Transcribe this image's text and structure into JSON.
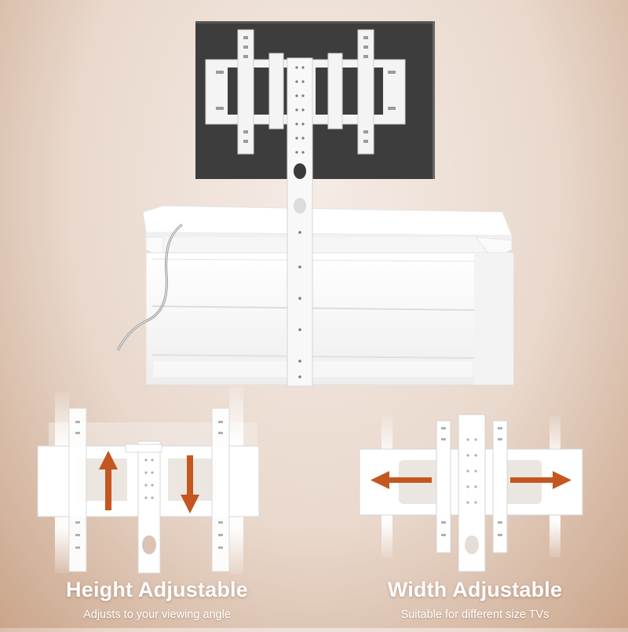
{
  "features": [
    {
      "title": "Height Adjustable",
      "subtitle": "Adjusts to your viewing angle"
    },
    {
      "title": "Width Adjustable",
      "subtitle": "Suitable for different size TVs"
    }
  ],
  "colors": {
    "background": "#e9d8cc",
    "arrow": "#c3571f",
    "tv": "#3d3d3d",
    "furniture": "#ffffff"
  }
}
